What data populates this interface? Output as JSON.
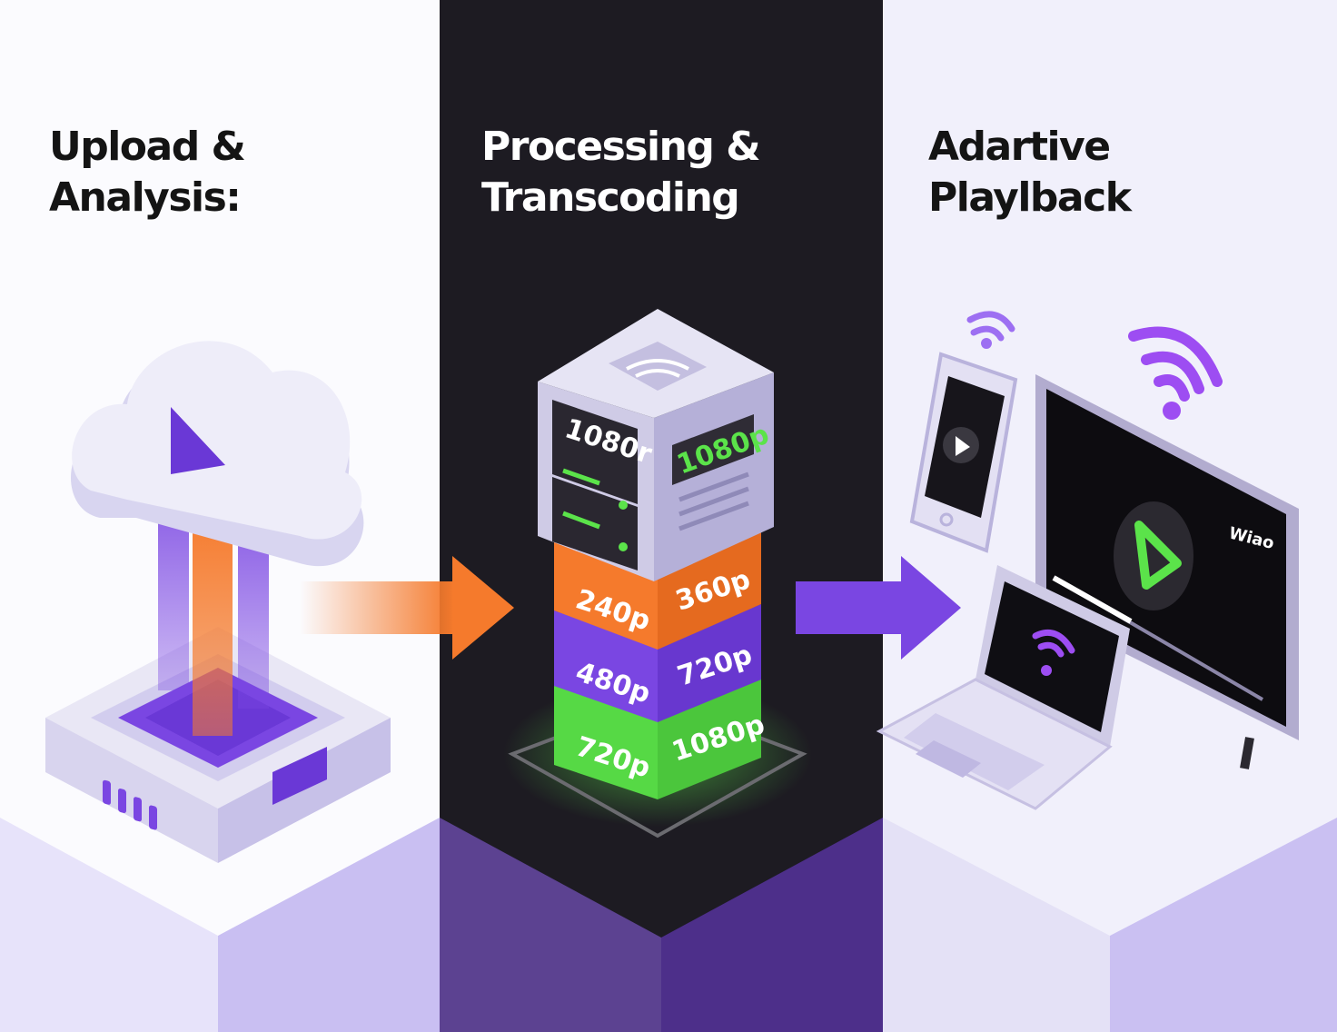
{
  "stages": [
    {
      "title_line1": "Upload &",
      "title_line2": "Analysis:"
    },
    {
      "title_line1": "Processing &",
      "title_line2": "Transcoding"
    },
    {
      "title_line1": "Adartive",
      "title_line2": "Playlback"
    }
  ],
  "server": {
    "display_label": "1080r",
    "badge_label": "1080p"
  },
  "renditions": [
    {
      "left": "240p",
      "right": "360p",
      "color": "#f57a2c"
    },
    {
      "left": "480p",
      "right": "720p",
      "color": "#7a46e2"
    },
    {
      "left": "720p",
      "right": "1080p",
      "color": "#5be34a"
    }
  ],
  "tv": {
    "brand_label": "Wiao"
  },
  "colors": {
    "purple": "#7a46e2",
    "orange": "#f57a2c",
    "green": "#5be34a",
    "dark_panel": "#1d1b22",
    "lavender": "#cfcbef"
  }
}
